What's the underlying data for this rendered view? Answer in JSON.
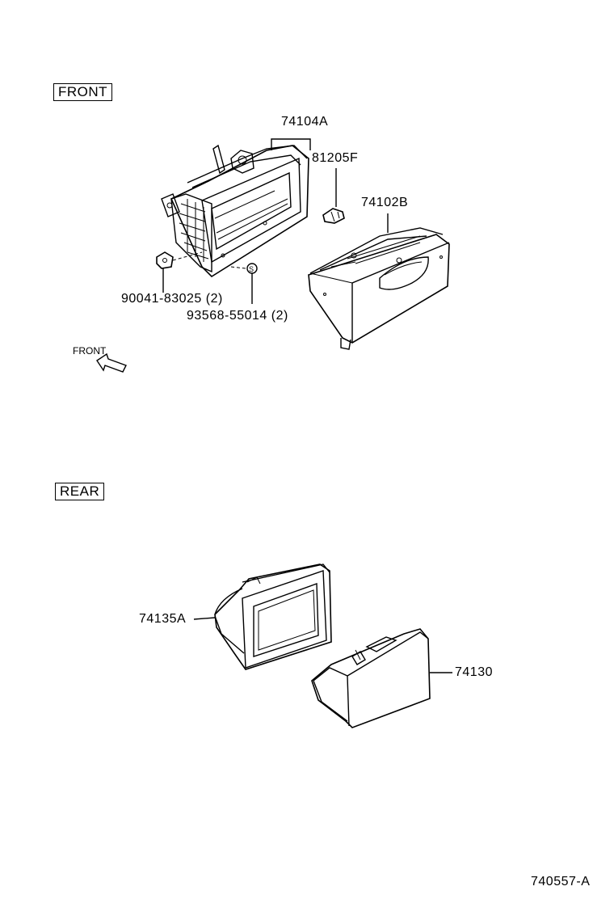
{
  "sections": {
    "front": "FRONT",
    "rear": "REAR"
  },
  "direction_indicator": "FRONT",
  "parts": {
    "p74104A": "74104A",
    "p81205F": "81205F",
    "p74102B": "74102B",
    "p90041": "90041-83025 (2)",
    "p93568": "93568-55014 (2)",
    "p74135A": "74135A",
    "p74130": "74130"
  },
  "diagram_id": "740557-A"
}
